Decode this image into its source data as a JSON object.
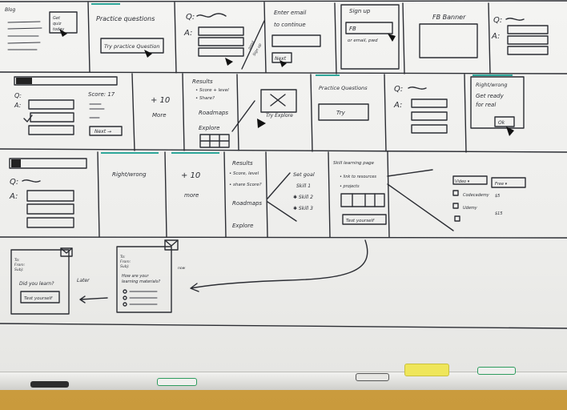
{
  "frames": {
    "f1": {
      "label": "Blog",
      "cta_a": "Get",
      "cta_b": "quiz",
      "cta_c": "today"
    },
    "f2": {
      "title": "Practice questions",
      "button": "Try practice Question"
    },
    "f3": {
      "q": "Q:",
      "a": "A:",
      "note_a": "good",
      "note_b": "Sign up",
      "note_c": "Sign up"
    },
    "f4": {
      "line1": "Enter email",
      "line2": "to continue",
      "button": "Next"
    },
    "f5": {
      "title": "Sign up",
      "field": "FB",
      "sub": "or email, pwd"
    },
    "f6": {
      "title": "FB Banner"
    },
    "f7": {
      "q": "Q:",
      "a": "A:"
    },
    "r2a": {
      "q": "Q:",
      "a": "A:",
      "score": "Score: 17",
      "next": "Next →"
    },
    "r2b": {
      "plus": "+ 10",
      "more": "More"
    },
    "r2c": {
      "title": "Results",
      "item1": "• Score + level",
      "item2": "• Share?",
      "item3": "Roadmaps",
      "item4": "Explore"
    },
    "r2d": {
      "button": "Try Explore"
    },
    "r2e": {
      "title": "Practice Questions",
      "button": "Try"
    },
    "r2f": {
      "q": "Q:",
      "a": "A:"
    },
    "r2g": {
      "line1": "Right/wrong",
      "line2": "Get ready",
      "line3": "for real",
      "button": "Ok"
    },
    "r3a": {
      "q": "Q:",
      "a": "A:"
    },
    "r3b": {
      "text": "Right/wrong"
    },
    "r3c": {
      "plus": "+ 10",
      "more": "more"
    },
    "r3d": {
      "title": "Results",
      "item1": "• Score, level",
      "item2": "• share Score?",
      "item3": "Roadmaps",
      "item4": "Explore"
    },
    "r3e": {
      "title": "Set goal",
      "s1": "Skill 1",
      "s2": "✱ Skill 2",
      "s3": "✱ Skill 3"
    },
    "r3f": {
      "title": "Skill learning page",
      "i1": "• link to resources",
      "i2": "• projects",
      "button": "Test yourself"
    },
    "r3g": {
      "sel1": "Video ▾",
      "sel2": "Free ▾",
      "c1": "Codecademy",
      "c2": "Udemy",
      "v1": "$5",
      "v2": "$15"
    },
    "r4a": {
      "to": "To:",
      "from": "From:",
      "subj": "Subj:",
      "body": "Did you learn?",
      "button": "Test yourself"
    },
    "r4b": {
      "label": "Later"
    },
    "r4c": {
      "to": "To:",
      "from": "From:",
      "subj": "Subj:",
      "l1": "How are your",
      "l2": "learning materials?"
    },
    "r4d": {
      "label": "now"
    }
  },
  "colors": {
    "ink": "#2b2d33",
    "teal": "#2fa79a",
    "board": "#f1f1ef",
    "wall": "#cfa447"
  }
}
